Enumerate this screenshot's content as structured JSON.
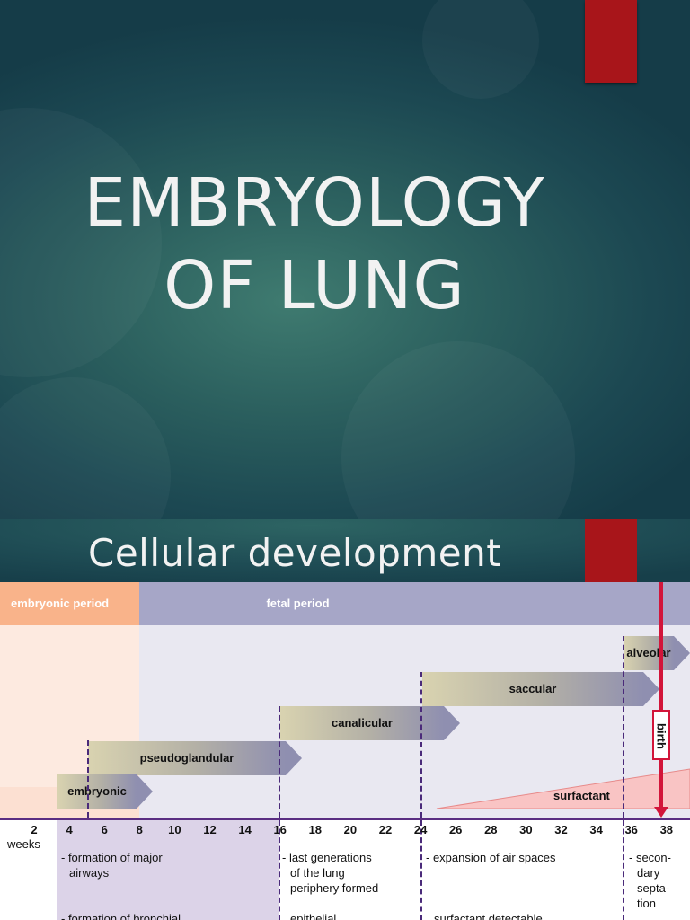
{
  "slide1": {
    "title_line1": "EMBRYOLOGY",
    "title_line2": "OF LUNG",
    "accent_color": "#a8151a"
  },
  "slide2": {
    "heading": "Cellular development"
  },
  "chart": {
    "period_embryonic": "embryonic period",
    "period_fetal": "fetal period",
    "stages": {
      "alveolar": "alveolar",
      "saccular": "saccular",
      "canalicular": "canalicular",
      "pseudoglandular": "pseudoglandular",
      "embryonic": "embryonic"
    },
    "surfactant": "surfactant",
    "birth": "birth",
    "axis_unit": "weeks",
    "ticks": [
      "2",
      "4",
      "6",
      "8",
      "10",
      "12",
      "14",
      "16",
      "18",
      "20",
      "22",
      "24",
      "26",
      "28",
      "30",
      "32",
      "34",
      "36",
      "38"
    ],
    "notes": {
      "emb_1": "- formation of major",
      "emb_2": "airways",
      "emb_3": "- formation of bronchial",
      "can_1": "- last generations",
      "can_2": "of the lung",
      "can_3": "periphery formed",
      "can_4": "epithelial",
      "sac_1": "- expansion of air spaces",
      "sac_2": "surfactant detectable",
      "alv_1": "- secon-",
      "alv_2": "dary",
      "alv_3": "septa-",
      "alv_4": "tion"
    }
  }
}
